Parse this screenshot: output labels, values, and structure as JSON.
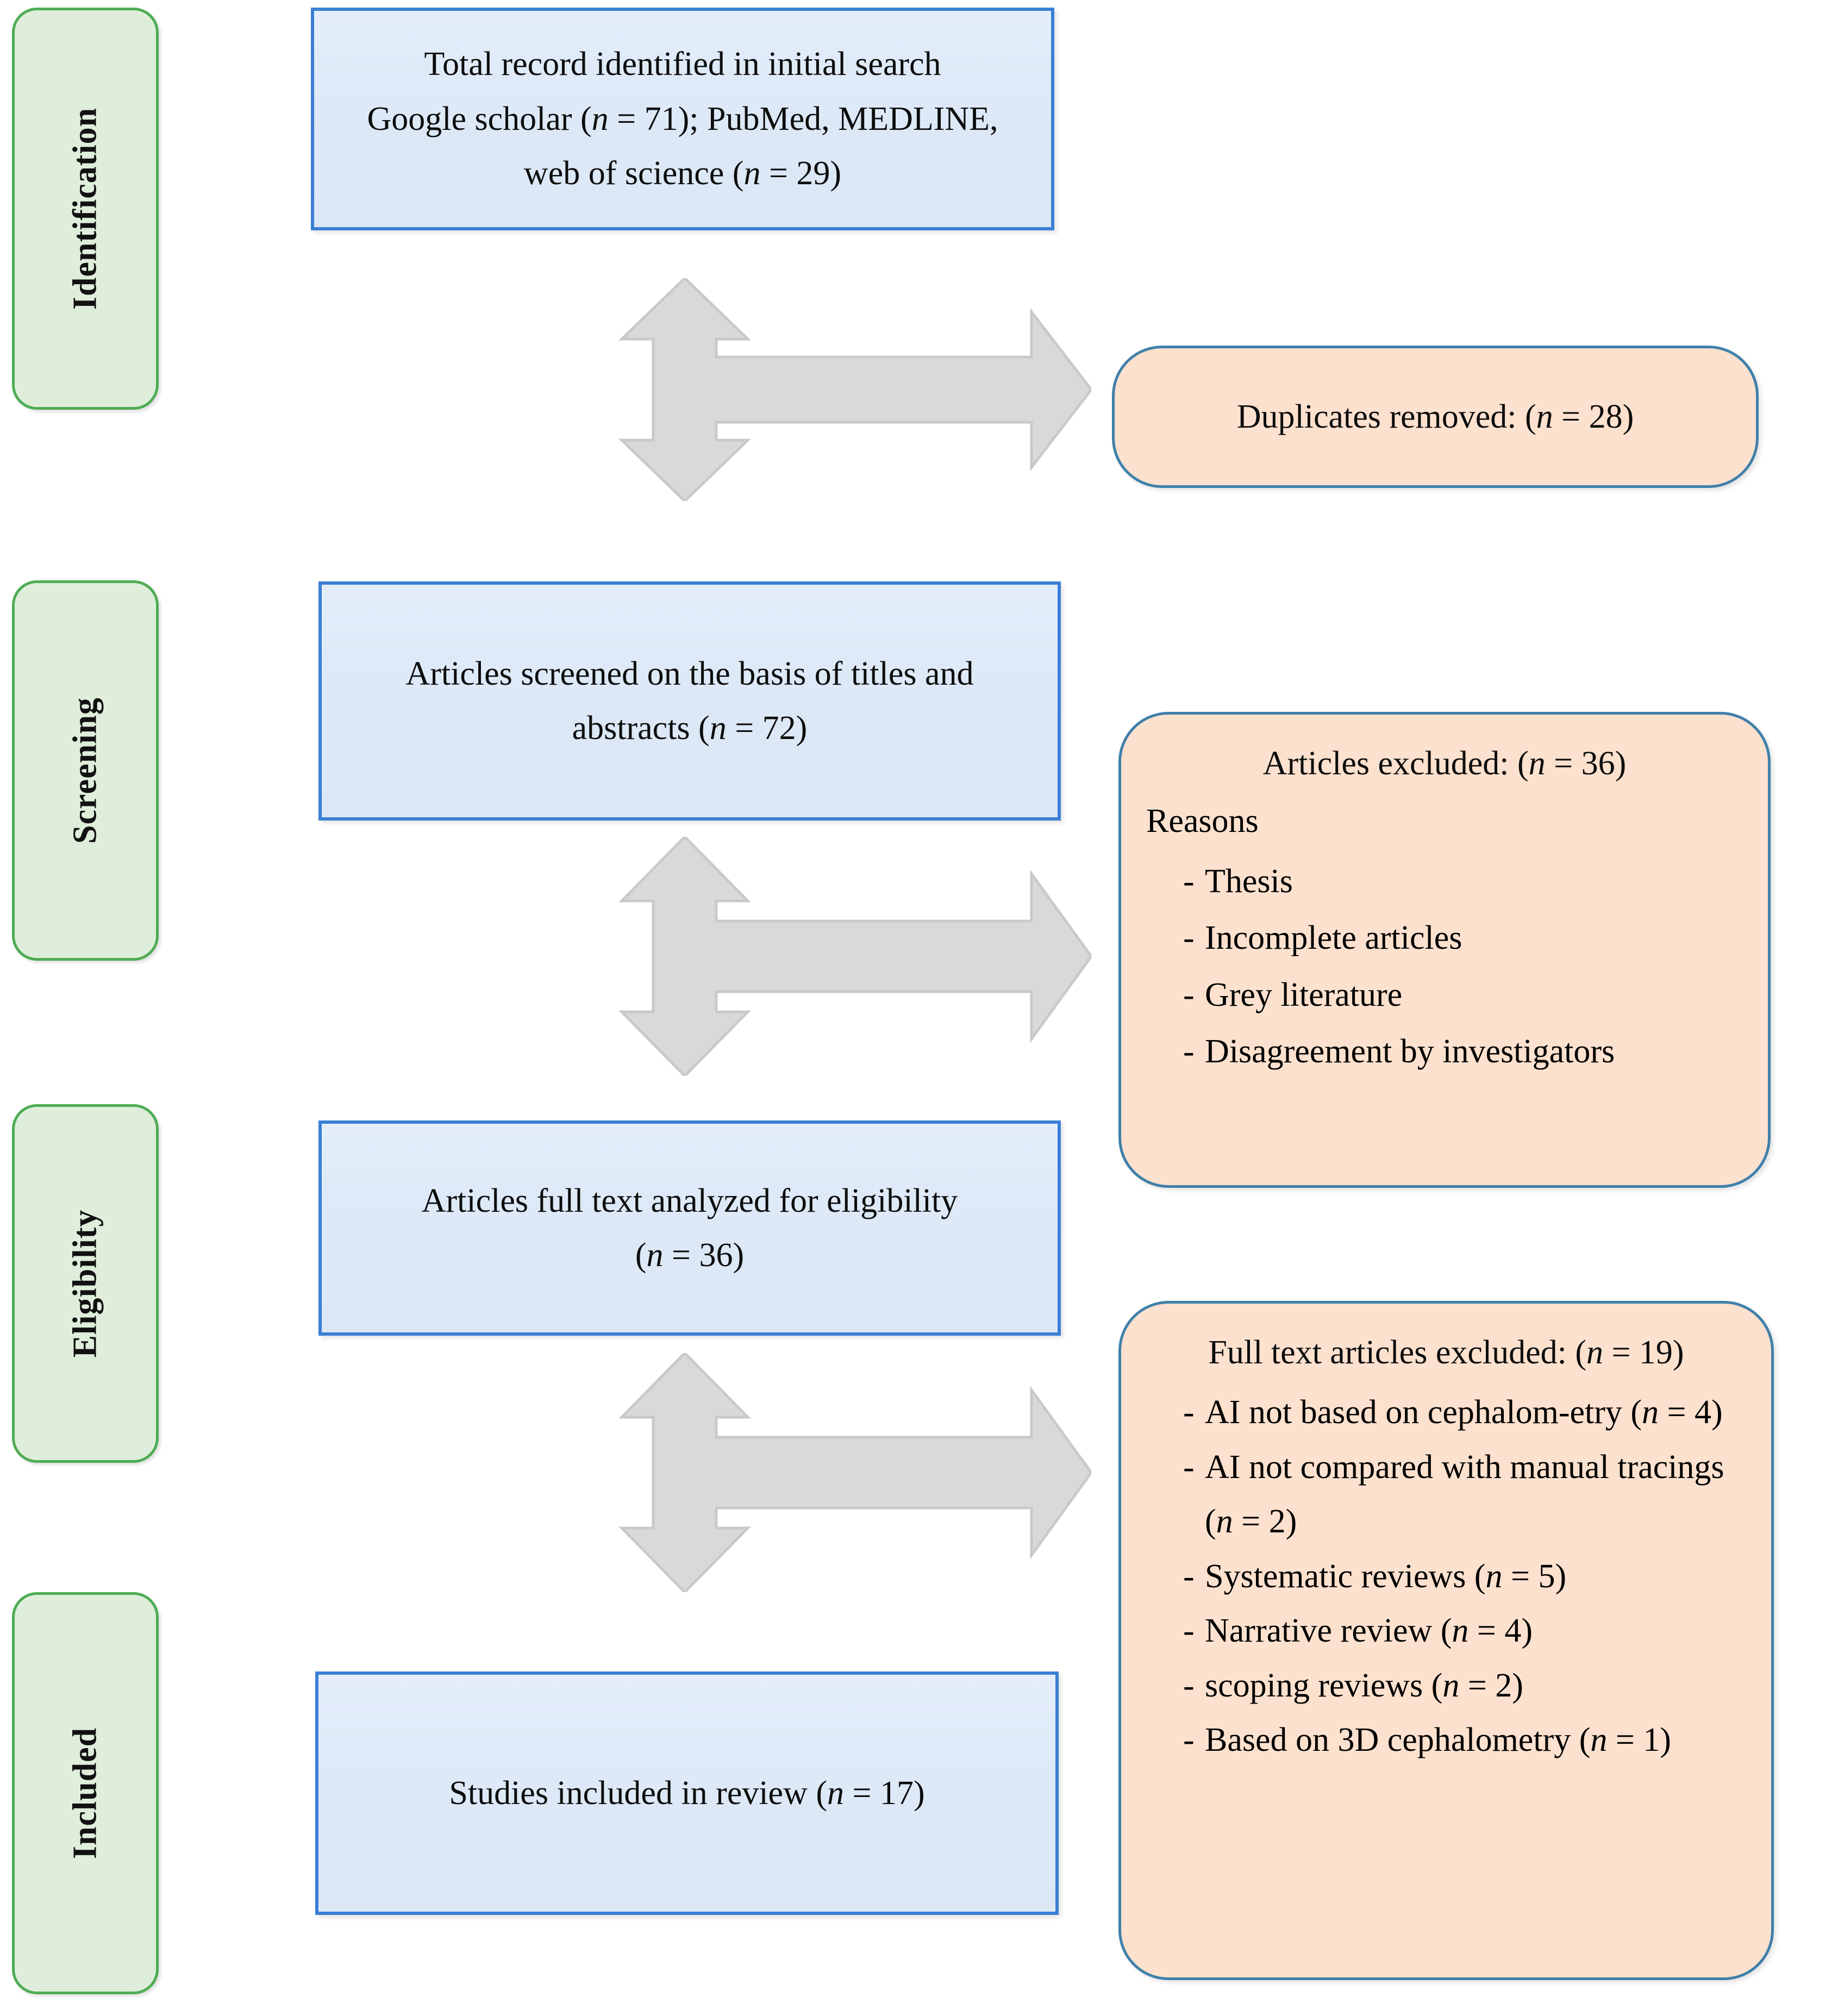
{
  "figure": {
    "type": "prisma-flow-diagram",
    "colors": {
      "stage_fill": "#DEEEDB",
      "stage_border": "#4FAC53",
      "process_fill": "#DDE9F7",
      "process_border": "#3A7FD5",
      "excluded_fill": "#FCE1CE",
      "excluded_border": "#3F80A9",
      "arrow_fill": "#D9D9D9",
      "arrow_border": "#C7C7C7"
    }
  },
  "stages": [
    {
      "id": "identification",
      "label": "Identification"
    },
    {
      "id": "screening",
      "label": "Screening"
    },
    {
      "id": "eligibility",
      "label": "Eligibility"
    },
    {
      "id": "included",
      "label": "Included"
    }
  ],
  "process_boxes": [
    {
      "id": "records-identified",
      "lines": [
        "Total record identified in initial search",
        "Google scholar (n = 71); PubMed, MEDLINE,",
        "web of science (n = 29)"
      ],
      "line1": "Total record identified in initial search",
      "line2_a": "Google scholar (",
      "line2_n": "n",
      "line2_b": " = 71); PubMed, MEDLINE,",
      "line3_a": "web of science (",
      "line3_n": "n",
      "line3_b": " = 29)"
    },
    {
      "id": "articles-screened",
      "line1": "Articles screened on the basis of titles and",
      "line2_a": "abstracts (",
      "line2_n": "n",
      "line2_b": " = 72)"
    },
    {
      "id": "full-text-assessed",
      "line1": "Articles full text analyzed for eligibility",
      "line2_a": "(",
      "line2_n": "n",
      "line2_b": " = 36)"
    },
    {
      "id": "studies-included",
      "line1_a": "Studies included in review (",
      "line1_n": "n",
      "line1_b": " = 17)"
    }
  ],
  "excluded_boxes": [
    {
      "id": "duplicates-removed",
      "title_a": "Duplicates removed: (",
      "title_n": "n",
      "title_b": " = 28)"
    },
    {
      "id": "articles-excluded",
      "title_a": "Articles excluded: (",
      "title_n": "n",
      "title_b": " = 36)",
      "subhead": "Reasons",
      "bullet_marker": "-",
      "reasons": [
        {
          "text": "Thesis"
        },
        {
          "text": "Incomplete articles"
        },
        {
          "text": "Grey literature"
        },
        {
          "text": "Disagreement by investigators"
        }
      ]
    },
    {
      "id": "full-text-excluded",
      "title_a": "Full text articles excluded: (",
      "title_n": "n",
      "title_b": " = 19)",
      "bullet_marker": "-",
      "reasons": [
        {
          "pre": "AI not based on cephalom-etry (",
          "n": "n",
          "post": " = 4)",
          "flat": "AI not based on cephalometry (n = 4)"
        },
        {
          "pre": "AI not compared with manual tracings (",
          "n": "n",
          "post": " = 2)",
          "flat": "AI not compared with manual tracings (n = 2)"
        },
        {
          "pre": "Systematic reviews (",
          "n": "n",
          "post": " = 5)",
          "flat": "Systematic reviews (n = 5)"
        },
        {
          "pre": "Narrative review (",
          "n": "n",
          "post": " = 4)",
          "flat": "Narrative review (n = 4)"
        },
        {
          "pre": "scoping reviews (",
          "n": "n",
          "post": " = 2)",
          "flat": "scoping reviews (n = 2)"
        },
        {
          "pre": "Based on 3D cephalometry (",
          "n": "n",
          "post": " = 1)",
          "flat": "Based on 3D cephalometry (n = 1)"
        }
      ]
    }
  ],
  "connectors": [
    {
      "id": "connector-identification-screening",
      "shape": "tee-arrow-up-down-right"
    },
    {
      "id": "connector-screening-eligibility",
      "shape": "tee-arrow-up-down-right"
    },
    {
      "id": "connector-eligibility-included",
      "shape": "tee-arrow-up-down-right"
    }
  ]
}
